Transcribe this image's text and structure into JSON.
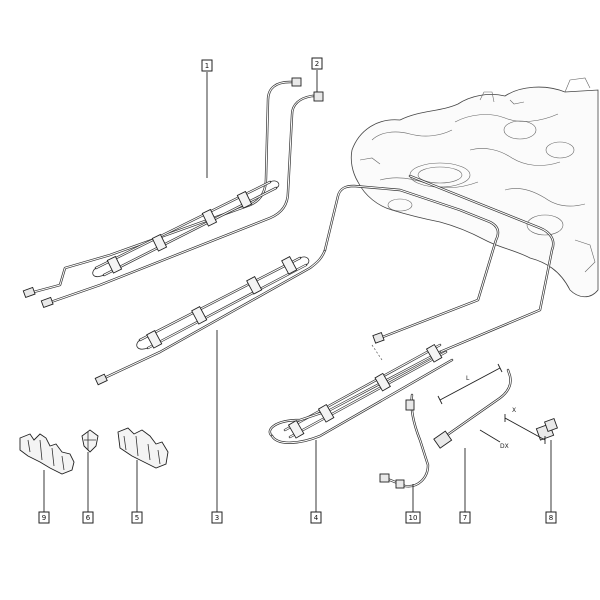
{
  "callouts": [
    {
      "id": "c1",
      "label": "1"
    },
    {
      "id": "c2",
      "label": "2"
    },
    {
      "id": "c3",
      "label": "3"
    },
    {
      "id": "c4",
      "label": "4"
    },
    {
      "id": "c5",
      "label": "5"
    },
    {
      "id": "c6",
      "label": "6"
    },
    {
      "id": "c7",
      "label": "7"
    },
    {
      "id": "c8",
      "label": "8"
    },
    {
      "id": "c9",
      "label": "9"
    },
    {
      "id": "c10",
      "label": "10"
    }
  ],
  "dimensions": {
    "length_label": "L",
    "x_label": "X",
    "diameter_label": "DX"
  }
}
